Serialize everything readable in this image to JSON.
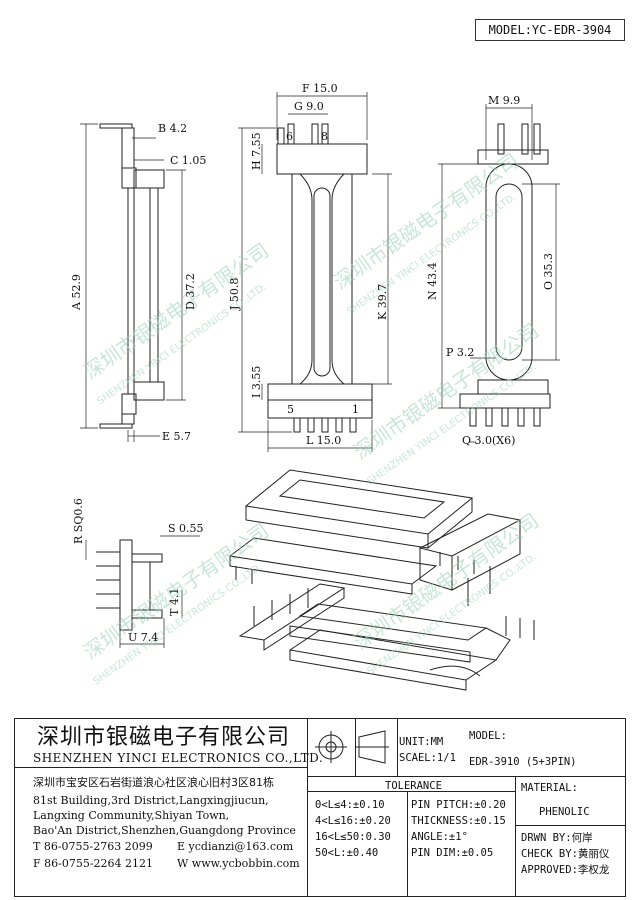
{
  "header": {
    "model": "MODEL:YC-EDR-3904"
  },
  "dimensions": {
    "a": "A 52.9",
    "b": "B 4.2",
    "c": "C 1.05",
    "d": "D 37.2",
    "e": "E 5.7",
    "f": "F 15.0",
    "g": "G 9.0",
    "h": "H 7.55",
    "i": "I 3.55",
    "j": "J 50.8",
    "k": "K 39.7",
    "l": "L 15.0",
    "m": "M 9.9",
    "n": "N 43.4",
    "o": "O 35.3",
    "p": "P 3.2",
    "q": "Q 3.0(X6)",
    "r": "R SQ0.6",
    "s": "S 0.55",
    "t": "T 4.1",
    "u": "U 7.4"
  },
  "pins": {
    "top_left": "6",
    "top_right": "8",
    "bottom_left": "5",
    "bottom_right": "1"
  },
  "watermark": {
    "cn": "深圳市银磁电子有限公司",
    "en": "SHENZHEN YINCI ELECTRONICS CO.,LTD."
  },
  "title_block": {
    "company_cn": "深圳市银磁电子有限公司",
    "company_en": "SHENZHEN YINCI ELECTRONICS CO.,LTD.",
    "address_cn": "深圳市宝安区石岩街道浪心社区浪心旧村3区81栋",
    "address_lines": [
      "81st Building,3rd District,Langxingjiucun,",
      "Langxing Community,Shiyan Town,",
      "Bao'An District,Shenzhen,Guangdong Province"
    ],
    "tel": "T 86-0755-2763 2099",
    "email": "E ycdianzi@163.com",
    "fax": "F 86-0755-2264 2121",
    "web": "W www.ycbobbin.com",
    "unit": "UNIT:MM",
    "scale": "SCAEL:1/1",
    "model_label": "MODEL:",
    "model_value": "EDR-3910 (5+3PIN)",
    "tolerance_label": "TOLERANCE",
    "tolerances": [
      "0<L≤4:±0.10",
      "4<L≤16:±0.20",
      "16<L≤50:0.30",
      "50<L:±0.40"
    ],
    "pin_tolerances": [
      "PIN PITCH:±0.20",
      "THICKNESS:±0.15",
      "ANGLE:±1°",
      "PIN DIM:±0.05"
    ],
    "material_label": "MATERIAL:",
    "material_value": "PHENOLIC",
    "drawn_by": "DRWN BY:何岸",
    "check_by": "CHECK BY:黄丽仪",
    "approved": "APPROVED:李权龙"
  }
}
